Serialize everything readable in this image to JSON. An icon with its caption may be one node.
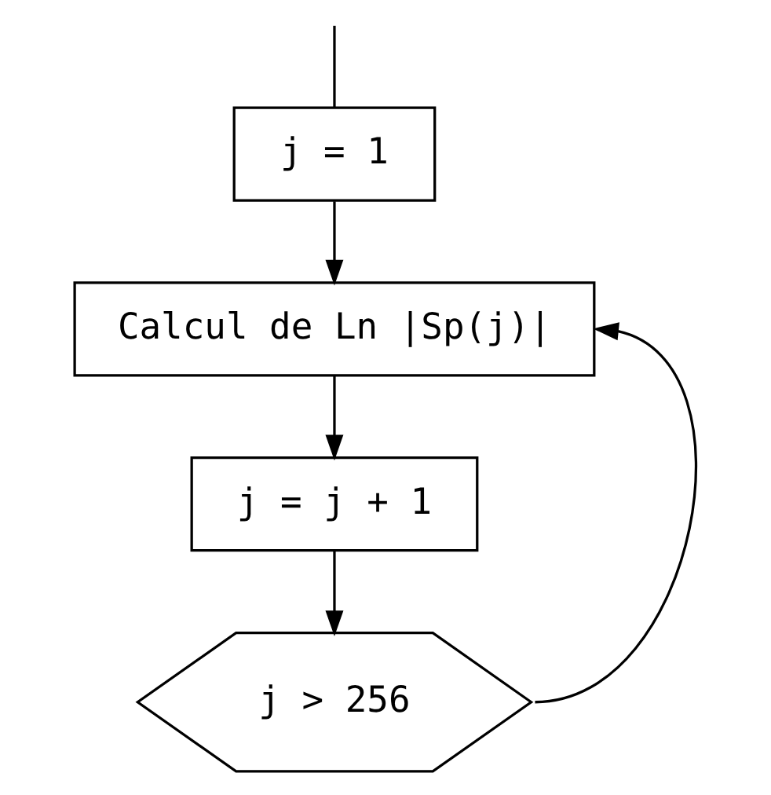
{
  "diagram": {
    "nodes": [
      {
        "text": [
          "j = 1"
        ]
      },
      {
        "text": [
          "Calcul de Ln |Sp(j)|"
        ]
      },
      {
        "text": [
          "j = j + 1"
        ]
      },
      {
        "text": [
          "j > 256"
        ]
      }
    ],
    "edges": [
      {
        "from": null,
        "to": 0,
        "arrow": "none"
      },
      {
        "from": 0,
        "to": 1,
        "arrow": "to"
      },
      {
        "from": 1,
        "to": 2,
        "arrow": "to"
      },
      {
        "from": 2,
        "to": 3,
        "arrow": "to"
      },
      {
        "from": 3,
        "to": 1,
        "arrow": "to"
      }
    ]
  }
}
